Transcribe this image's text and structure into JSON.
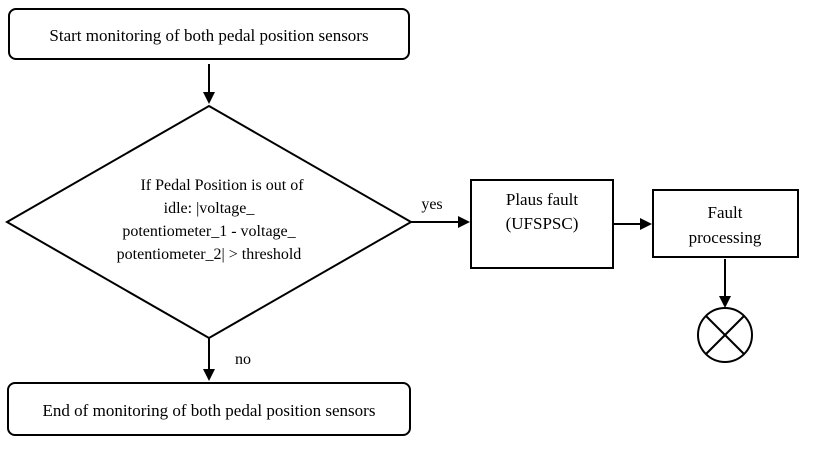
{
  "nodes": {
    "start": {
      "label": "Start monitoring of both pedal position sensors"
    },
    "decision": {
      "lines": [
        "If Pedal Position is out of",
        "idle: |voltage_",
        "potentiometer_1 - voltage_",
        "potentiometer_2| > threshold"
      ]
    },
    "plaus_fault": {
      "lines": [
        "Plaus fault",
        "(UFSPSC)"
      ]
    },
    "fault_processing": {
      "lines": [
        "Fault",
        "processing"
      ]
    },
    "end": {
      "label": "End of monitoring of both pedal position sensors"
    },
    "terminator": {
      "icon": "circle-x-icon"
    }
  },
  "edges": {
    "yes_label": "yes",
    "no_label": "no"
  }
}
